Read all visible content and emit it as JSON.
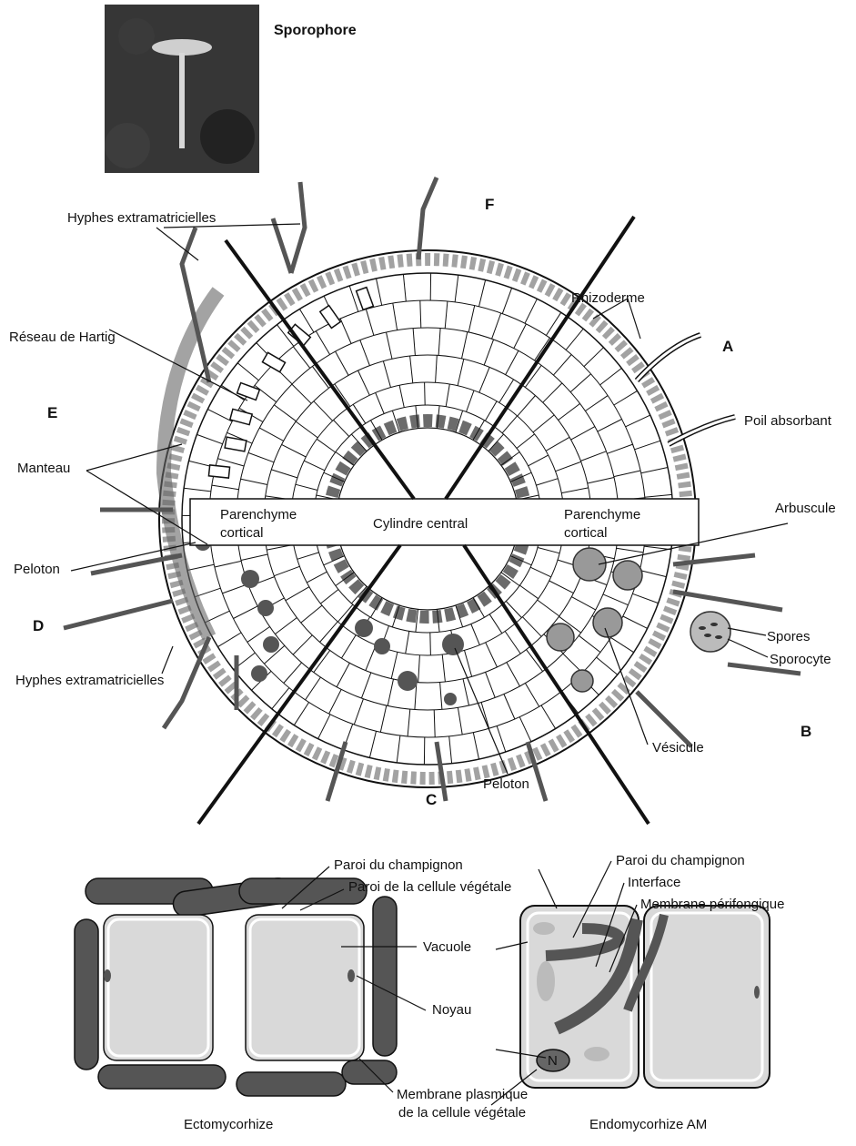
{
  "colors": {
    "ink": "#111111",
    "cell_fill": "#d9d9d9",
    "hyphae_fill": "#555555",
    "endodermis_fill": "#6b6b6b"
  },
  "photo": {
    "caption": "Sporophore"
  },
  "sectors": {
    "A": "A",
    "B": "B",
    "C": "C",
    "D": "D",
    "E": "E",
    "F": "F"
  },
  "labels": {
    "hyphes_top": "Hyphes extramatricielles",
    "rhizoderme": "Rhizoderme",
    "reseau_hartig": "Réseau de Hartig",
    "poil_absorbant": "Poil absorbant",
    "manteau": "Manteau",
    "parenchyme_left_1": "Parenchyme",
    "parenchyme_left_2": "cortical",
    "cylindre_central": "Cylindre central",
    "parenchyme_right_1": "Parenchyme",
    "parenchyme_right_2": "cortical",
    "arbuscule": "Arbuscule",
    "peloton_left": "Peloton",
    "spores": "Spores",
    "sporocyte": "Sporocyte",
    "hyphes_bottom": "Hyphes extramatricielles",
    "vesicule": "Vésicule",
    "peloton_bottom": "Peloton"
  },
  "ecto": {
    "paroi_champignon": "Paroi du champignon",
    "paroi_cellule": "Paroi de la cellule végétale",
    "vacuole": "Vacuole",
    "noyau": "Noyau",
    "membrane_1": "Membrane plasmique",
    "membrane_2": "de la cellule végétale",
    "title": "Ectomycorhize"
  },
  "endo": {
    "paroi_champignon": "Paroi du champignon",
    "interface": "Interface",
    "membrane_perifongique": "Membrane périfongique",
    "nucleus_letter": "N",
    "title": "Endomycorhize AM"
  }
}
